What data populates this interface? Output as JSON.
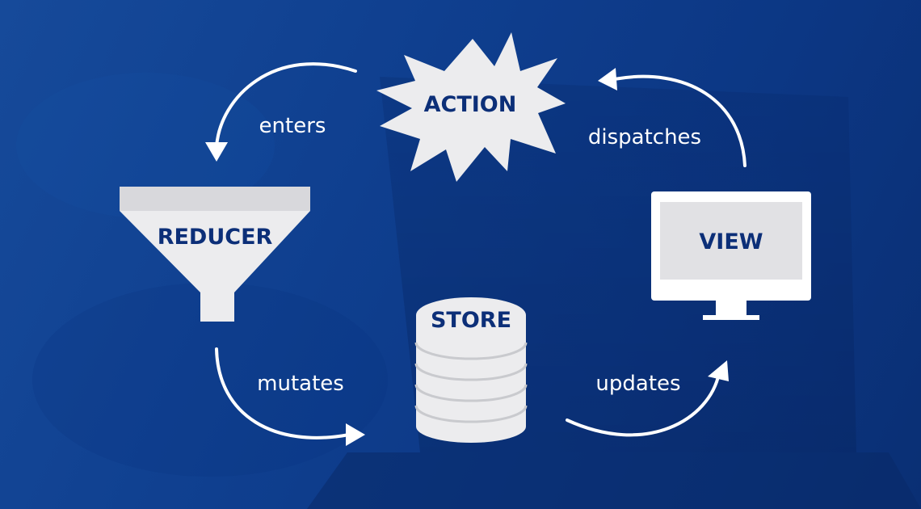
{
  "nodes": {
    "action": "ACTION",
    "reducer": "REDUCER",
    "store": "STORE",
    "view": "VIEW"
  },
  "edges": {
    "enters": "enters",
    "mutates": "mutates",
    "updates": "updates",
    "dispatches": "dispatches"
  },
  "colors": {
    "background": "#0d3d8e",
    "shape_fill": "#ececee",
    "node_label": "#0c2f78",
    "arrow": "#ffffff"
  }
}
